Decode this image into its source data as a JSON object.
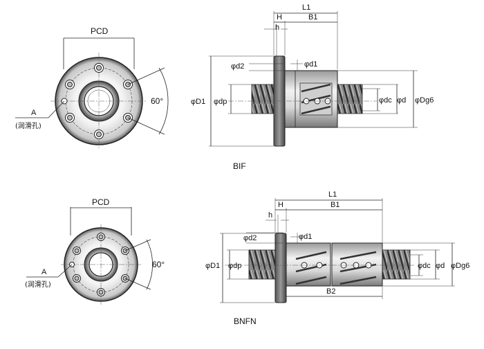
{
  "top": {
    "caption": "BIF",
    "end_view": {
      "pcd": "PCD",
      "angle": "60°",
      "hole_letter": "A",
      "hole_note": "(润滑孔)"
    },
    "side_view": {
      "L1": "L1",
      "H": "H",
      "B1": "B1",
      "h": "h",
      "d2": "φd2",
      "d1": "φd1",
      "D1": "φD1",
      "dp": "φdp",
      "dc": "φdc",
      "d": "φd",
      "Dg6": "φDg6"
    }
  },
  "bottom": {
    "caption": "BNFN",
    "end_view": {
      "pcd": "PCD",
      "angle": "60°",
      "hole_letter": "A",
      "hole_note": "(润滑孔)"
    },
    "side_view": {
      "L1": "L1",
      "H": "H",
      "B1": "B1",
      "h": "h",
      "B2": "B2",
      "d2": "φd2",
      "d1": "φd1",
      "D1": "φD1",
      "dp": "φdp",
      "dc": "φdc",
      "d": "φd",
      "Dg6": "φDg6"
    }
  },
  "colors": {
    "line": "#222222",
    "body": "#e6e6e6",
    "dark": "#4a4a4a",
    "screw": "#6a6a6a"
  }
}
